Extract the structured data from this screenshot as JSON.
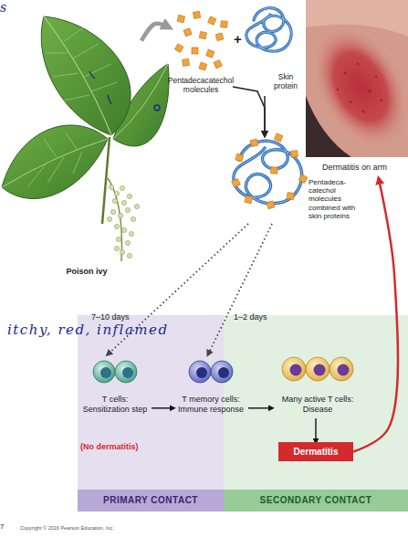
{
  "diagram": {
    "nodes": [
      {
        "text": [
          "Poison ivy"
        ]
      },
      {
        "text": [
          "Pentadecacatechol molecules"
        ]
      },
      {
        "text": [
          "Skin protein"
        ]
      },
      {
        "text": [
          "Dermatitis on arm"
        ]
      },
      {
        "text": [
          "Pentadeca- catechol molecules combined with skin proteins"
        ]
      },
      {
        "text": [
          "PRIMARY CONTACT"
        ]
      },
      {
        "text": [
          "SECONDARY CONTACT"
        ]
      },
      {
        "text": [
          "T cells: Sensitization step"
        ],
        "in": 5
      },
      {
        "text": [
          "T memory cells: Immune response"
        ]
      },
      {
        "text": [
          "Many active T cells: Disease"
        ],
        "in": 6
      },
      {
        "text": [
          "Dermatitis"
        ],
        "in": 6
      }
    ],
    "edges": [
      {
        "from": 0,
        "to": 1,
        "arrow": "to"
      },
      {
        "from": 1,
        "to": 4,
        "arrow": "to"
      },
      {
        "from": 2,
        "to": 4,
        "arrow": "to"
      },
      {
        "from": 4,
        "to": 7,
        "label": "7–10 days",
        "arrow": "to"
      },
      {
        "from": 4,
        "to": 8,
        "label": "1–2 days",
        "arrow": "to"
      },
      {
        "from": 7,
        "to": 8,
        "arrow": "to"
      },
      {
        "from": 8,
        "to": 9,
        "arrow": "to"
      },
      {
        "from": 9,
        "to": 10,
        "arrow": "to"
      },
      {
        "from": 10,
        "to": 3,
        "arrow": "to"
      }
    ],
    "labels": [
      "s",
      "+",
      "itchy, red, inflamed",
      "(No dermatitis)",
      "7",
      "Copyright © 2016 Pearson Education, Inc."
    ]
  }
}
